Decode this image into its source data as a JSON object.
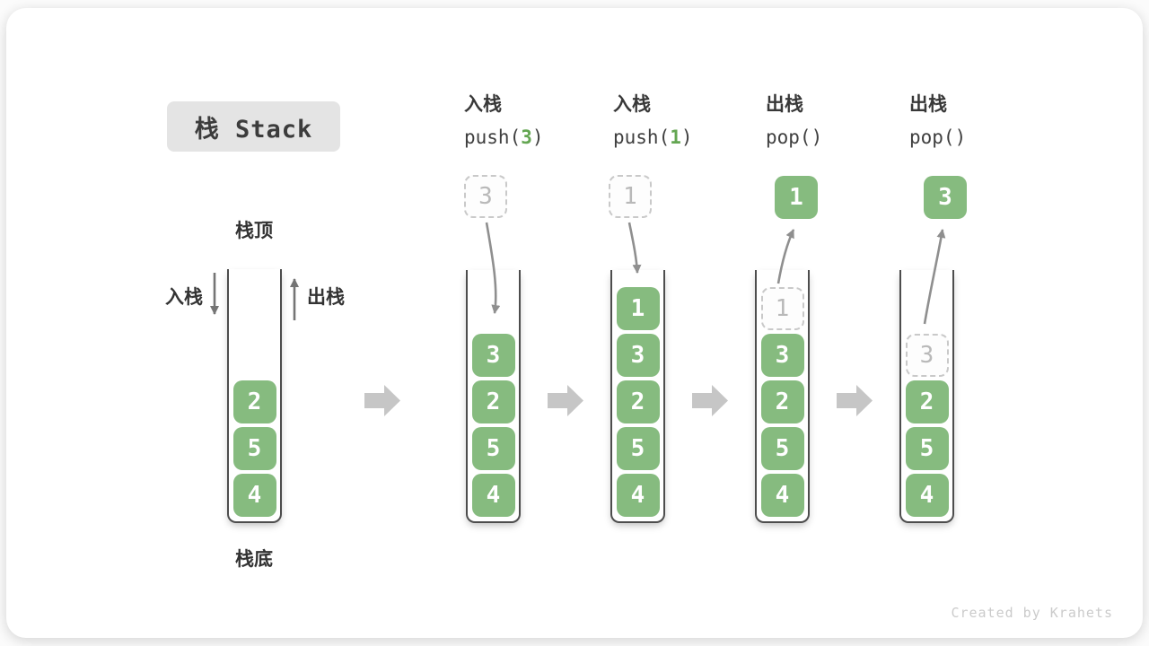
{
  "title": "栈 Stack",
  "watermark": "Created by Krahets",
  "stack_labels": {
    "top": "栈顶",
    "bottom": "栈底",
    "push": "入栈",
    "pop": "出栈"
  },
  "operations": [
    {
      "name": "入栈",
      "fn": "push(",
      "arg": "3",
      "close": ")"
    },
    {
      "name": "入栈",
      "fn": "push(",
      "arg": "1",
      "close": ")"
    },
    {
      "name": "出栈",
      "fn": "pop(",
      "arg": "",
      "close": ")"
    },
    {
      "name": "出栈",
      "fn": "pop(",
      "arg": "",
      "close": ")"
    }
  ],
  "stacks": [
    {
      "cells": [
        {
          "v": "2"
        },
        {
          "v": "5"
        },
        {
          "v": "4"
        }
      ]
    },
    {
      "float": {
        "v": "3",
        "style": "dashed"
      },
      "cells": [
        {
          "v": "3"
        },
        {
          "v": "2"
        },
        {
          "v": "5"
        },
        {
          "v": "4"
        }
      ]
    },
    {
      "float": {
        "v": "1",
        "style": "dashed"
      },
      "cells": [
        {
          "v": "1"
        },
        {
          "v": "3"
        },
        {
          "v": "2"
        },
        {
          "v": "5"
        },
        {
          "v": "4"
        }
      ]
    },
    {
      "float": {
        "v": "1",
        "style": "solid"
      },
      "cells": [
        {
          "v": "1",
          "style": "dashed"
        },
        {
          "v": "3"
        },
        {
          "v": "2"
        },
        {
          "v": "5"
        },
        {
          "v": "4"
        }
      ]
    },
    {
      "float": {
        "v": "3",
        "style": "solid"
      },
      "cells": [
        {
          "v": "3",
          "style": "dashed"
        },
        {
          "v": "2"
        },
        {
          "v": "5"
        },
        {
          "v": "4"
        }
      ]
    }
  ],
  "colors": {
    "box_green": "#86BB7F",
    "code_arg_green": "#64A652",
    "title_bg": "#E4E4E4",
    "dashed_border": "#C9C9C9",
    "stack_wall": "#4D4D4D",
    "step_arrow": "#C6C6C6",
    "flow_arrow": "#8F8F8F"
  }
}
